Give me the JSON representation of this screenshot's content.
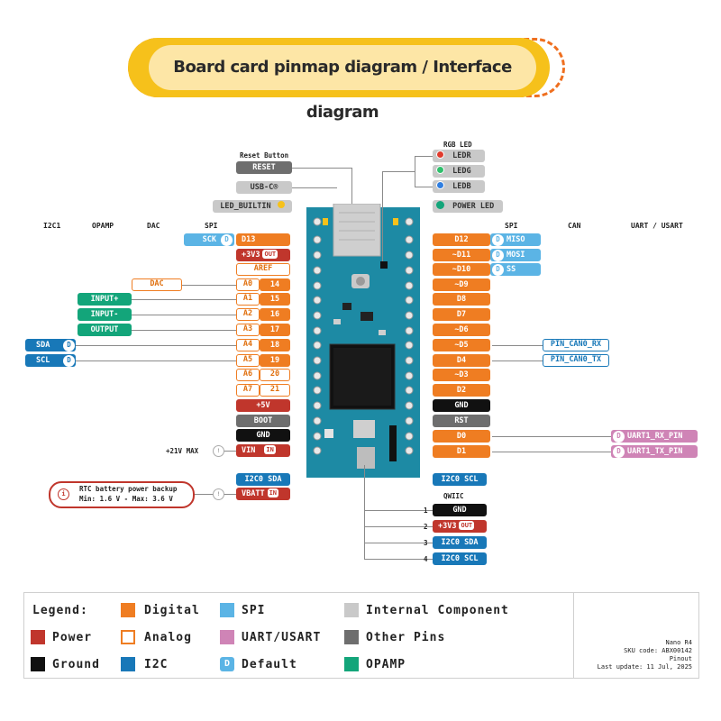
{
  "title": "Board card pinmap diagram / Interface diagram",
  "headers": {
    "left": [
      "I2C1",
      "OPAMP",
      "DAC",
      "SPI"
    ],
    "right": [
      "SPI",
      "CAN",
      "UART / USART"
    ]
  },
  "top_labels": {
    "reset_caption": "Reset Button",
    "reset": "RESET",
    "usbc": "USB-C®",
    "led_builtin": "LED_BUILTIN",
    "rgb_caption": "RGB LED",
    "ledr": "LEDR",
    "ledg": "LEDG",
    "ledb": "LEDB",
    "power_led": "POWER LED"
  },
  "left_pins": {
    "d13": "D13",
    "sck": "SCK",
    "v33": "+3V3",
    "out": "OUT",
    "aref": "AREF",
    "a0": "A0",
    "a0n": "14",
    "dac": "DAC",
    "a1": "A1",
    "a1n": "15",
    "inputp": "INPUT+",
    "a2": "A2",
    "a2n": "16",
    "inputm": "INPUT-",
    "a3": "A3",
    "a3n": "17",
    "output": "OUTPUT",
    "a4": "A4",
    "a4n": "18",
    "sda": "SDA",
    "a5": "A5",
    "a5n": "19",
    "scl": "SCL",
    "a6": "A6",
    "a6n": "20",
    "a7": "A7",
    "a7n": "21",
    "v5": "+5V",
    "boot": "BOOT",
    "gnd": "GND",
    "vin": "VIN",
    "in": "IN",
    "vin_max": "+21V MAX",
    "i2c0sda": "I2C0 SDA",
    "vbatt": "VBATT",
    "rtc_line1": "RTC battery power backup",
    "rtc_line2": "Min: 1.6 V - Max: 3.6 V"
  },
  "right_pins": {
    "d12": "D12",
    "miso": "MISO",
    "d11": "~D11",
    "mosi": "MOSI",
    "d10": "~D10",
    "ss": "SS",
    "d9": "~D9",
    "d8": "D8",
    "d7": "D7",
    "d6": "~D6",
    "d5": "~D5",
    "can_rx": "PIN_CAN0_RX",
    "d4": "D4",
    "can_tx": "PIN_CAN0_TX",
    "d3": "~D3",
    "d2": "D2",
    "gnd": "GND",
    "rst": "RST",
    "d0": "D0",
    "uart_rx": "UART1_RX_PIN",
    "d1": "D1",
    "uart_tx": "UART1_TX_PIN",
    "i2c0scl": "I2C0 SCL"
  },
  "qwiic": {
    "caption": "QWIIC",
    "n1": "1",
    "p1": "GND",
    "n2": "2",
    "p2": "+3V3",
    "p2badge": "OUT",
    "n3": "3",
    "p3": "I2C0 SDA",
    "n4": "4",
    "p4": "I2C0 SCL"
  },
  "default_marker": "D",
  "legend": {
    "caption": "Legend:",
    "digital": "Digital",
    "spi": "SPI",
    "internal": "Internal Component",
    "power": "Power",
    "analog": "Analog",
    "uart": "UART/USART",
    "other": "Other Pins",
    "ground": "Ground",
    "i2c": "I2C",
    "default": "Default",
    "opamp": "OPAMP"
  },
  "meta": {
    "product": "Nano R4",
    "sku": "SKU code: ABX00142",
    "doc": "Pinout",
    "updated": "Last update: 11 Jul, 2025"
  },
  "colors": {
    "digital": "#ef7d22",
    "power": "#c0362c",
    "ground": "#111111",
    "spi": "#5bb4e5",
    "i2c": "#1878b8",
    "uart": "#cf84b6",
    "opamp": "#13a57a",
    "other": "#6e6e6e",
    "internal": "#c9c9c9",
    "board": "#1d8aa4",
    "banner": "#f6c11b"
  }
}
